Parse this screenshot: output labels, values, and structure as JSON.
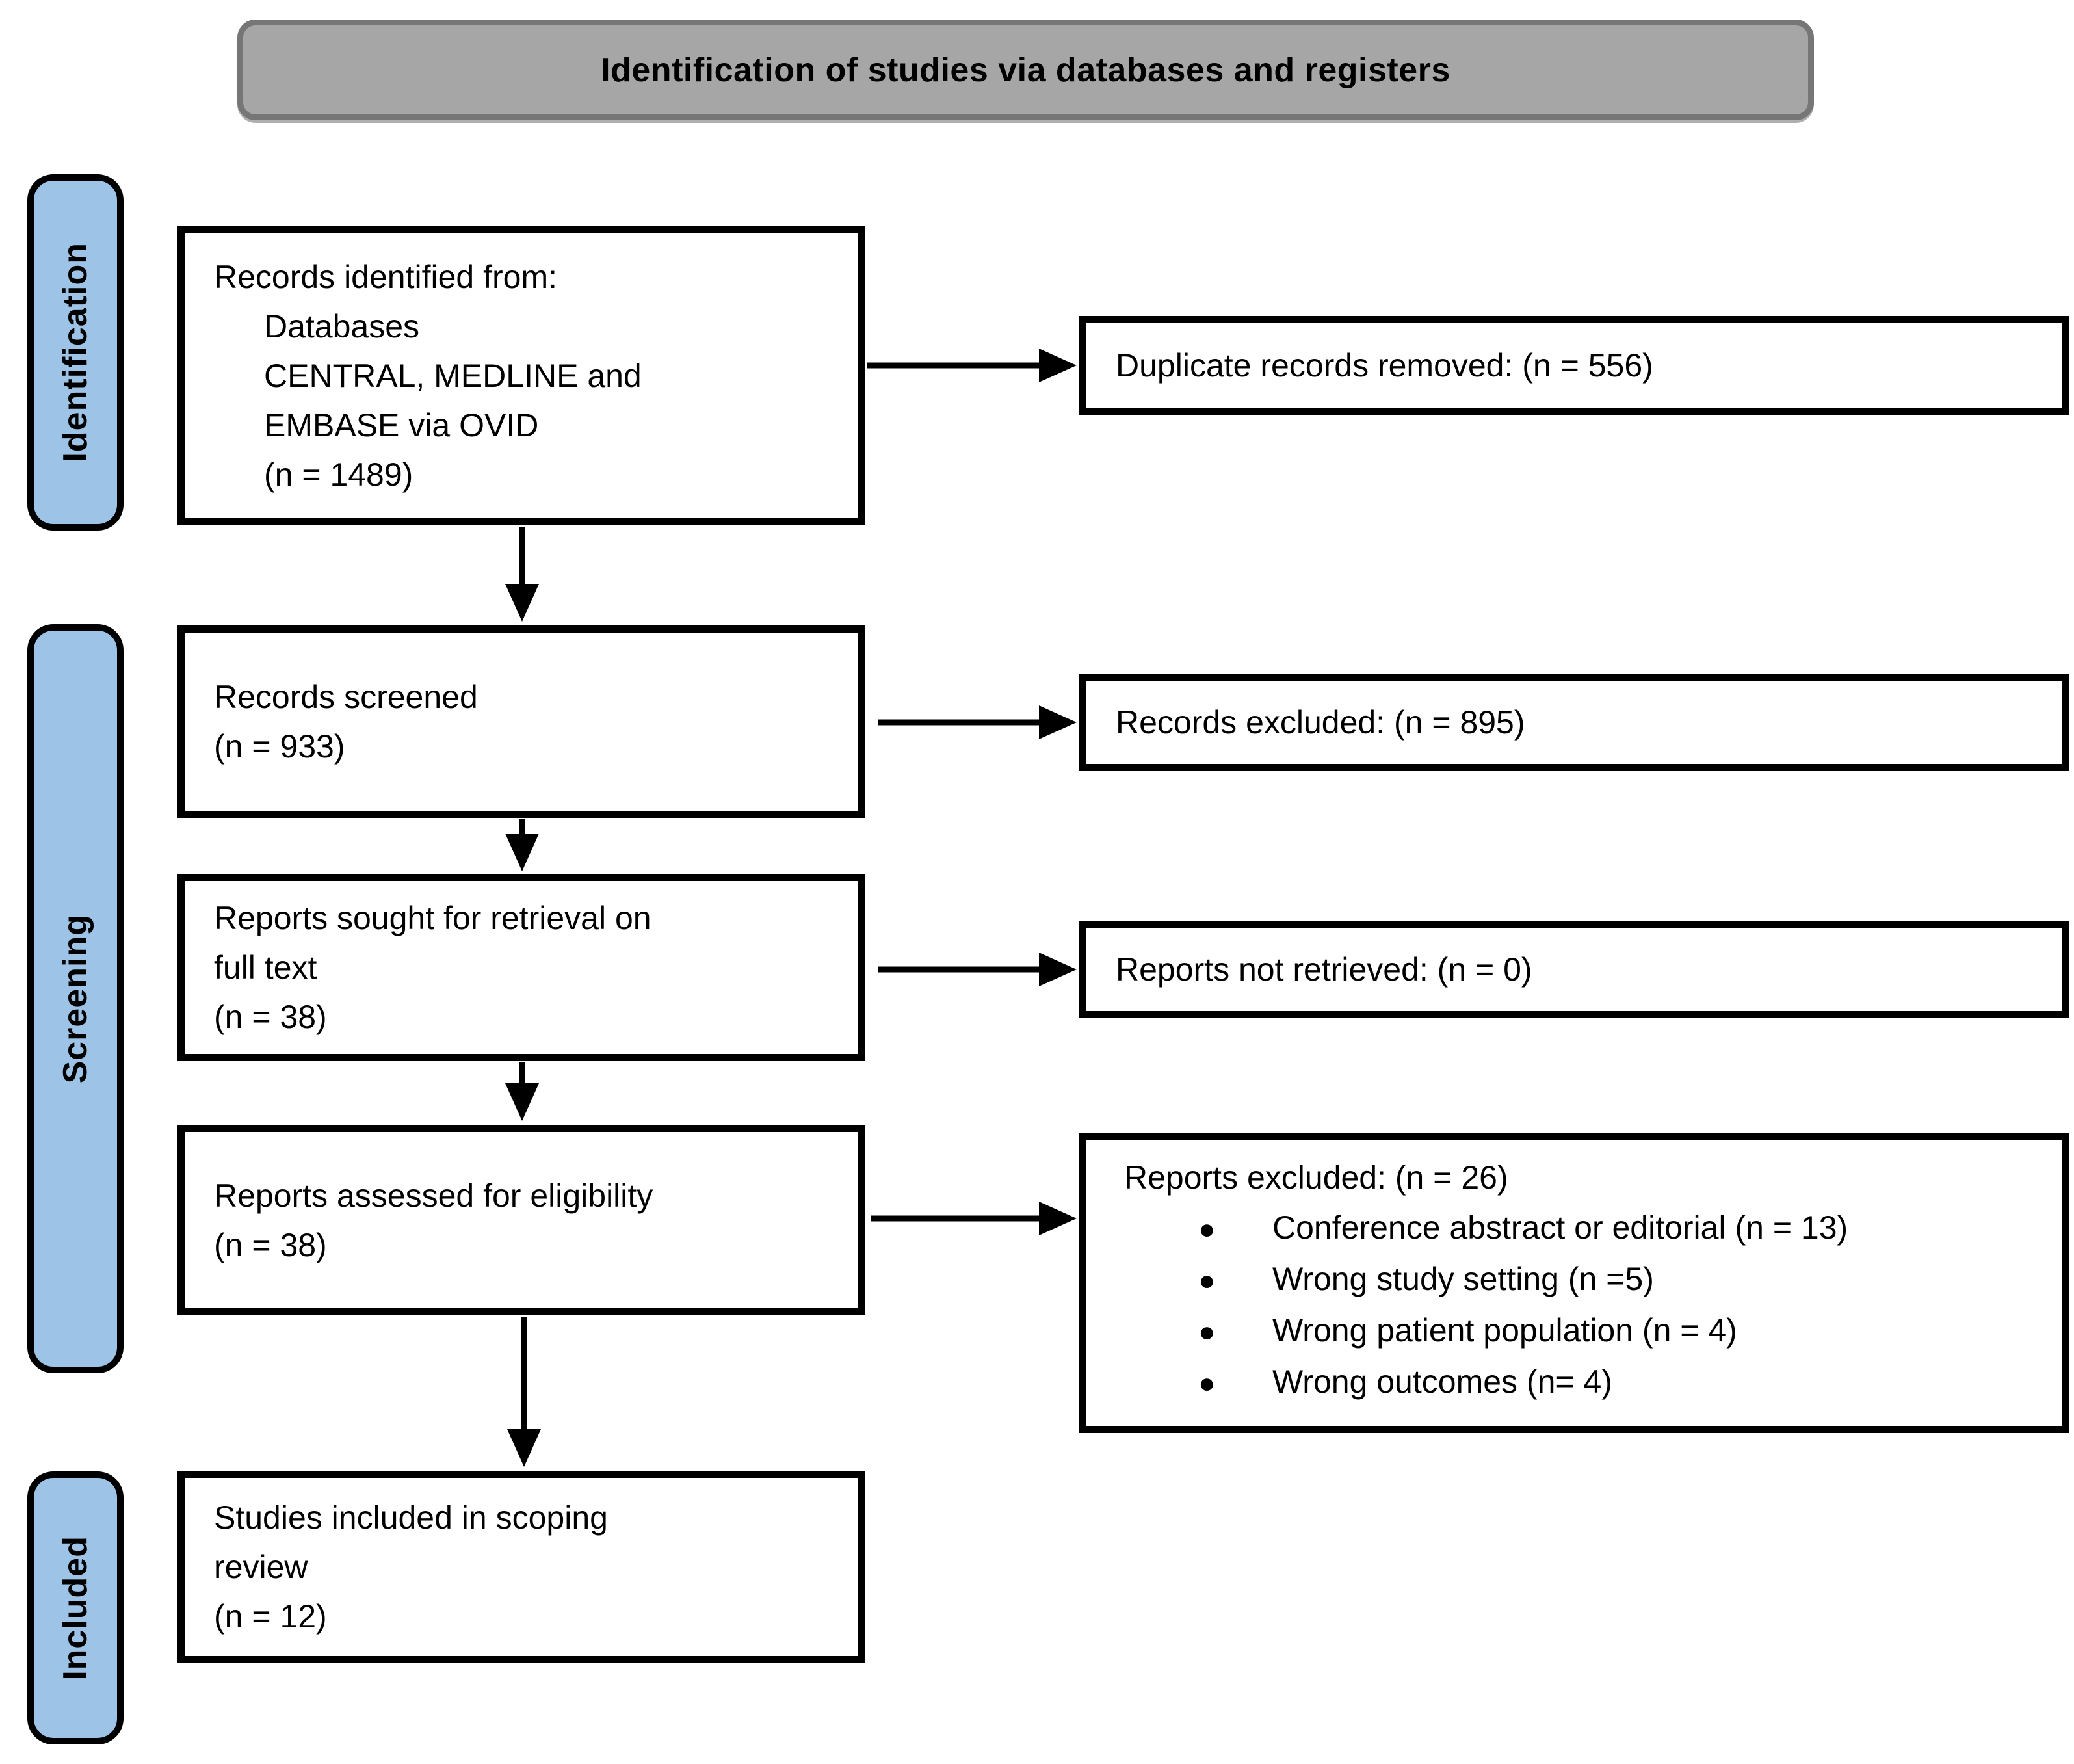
{
  "header": {
    "title": "Identification of studies via databases and registers"
  },
  "stages": [
    {
      "label": "Identification"
    },
    {
      "label": "Screening"
    },
    {
      "label": "Included"
    }
  ],
  "boxes": {
    "records_identified": {
      "lines": [
        "Records identified from:",
        "Databases",
        "CENTRAL, MEDLINE and",
        "EMBASE via OVID",
        "(n = 1489)"
      ]
    },
    "duplicates_removed": {
      "text": "Duplicate records removed: (n = 556)"
    },
    "records_screened": {
      "lines": [
        "Records screened",
        "(n = 933)"
      ]
    },
    "records_excluded": {
      "text": "Records excluded: (n = 895)"
    },
    "reports_sought": {
      "lines": [
        "Reports sought for retrieval on",
        "full text",
        "(n = 38)"
      ]
    },
    "reports_not_retrieved": {
      "text": "Reports not retrieved: (n = 0)"
    },
    "reports_assessed": {
      "lines": [
        "Reports assessed for eligibility",
        "(n = 38)"
      ]
    },
    "reports_excluded": {
      "heading": "Reports excluded: (n = 26)",
      "bullet_glyph": "●",
      "bullets": [
        "Conference abstract or editorial (n = 13)",
        "Wrong study setting (n =5)",
        "Wrong patient population (n = 4)",
        "Wrong outcomes (n= 4)"
      ]
    },
    "studies_included": {
      "lines": [
        "Studies included in scoping",
        "review",
        "(n = 12)"
      ]
    }
  },
  "colors": {
    "stage_label_fill": "#9DC3E6",
    "title_fill": "#A6A6A6",
    "title_border": "#767676",
    "box_border": "#000000",
    "arrow_color": "#000000",
    "text_color": "#000000"
  }
}
